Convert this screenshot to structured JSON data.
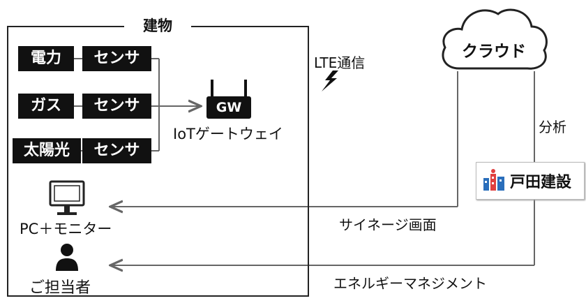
{
  "building": {
    "title": "建物"
  },
  "sources": [
    {
      "label": "電力",
      "sensor": "センサ"
    },
    {
      "label": "ガス",
      "sensor": "センサ"
    },
    {
      "label": "太陽光",
      "sensor": "センサ"
    }
  ],
  "gateway": {
    "badge": "GW",
    "caption": "IoTゲートウェイ"
  },
  "lte": {
    "label": "LTE通信",
    "icon": "lightning-icon"
  },
  "cloud": {
    "label": "クラウド"
  },
  "analysis": {
    "label": "分析"
  },
  "company": {
    "name": "戸田建設",
    "icon": "toda-logo-icon"
  },
  "pc": {
    "caption": "PC＋モニター",
    "icon": "monitor-icon"
  },
  "person": {
    "caption": "ご担当者",
    "icon": "person-icon"
  },
  "flows": {
    "signage": "サイネージ画面",
    "energy": "エネルギーマネジメント"
  },
  "colors": {
    "accent": "#111111",
    "arrow": "#666666"
  }
}
